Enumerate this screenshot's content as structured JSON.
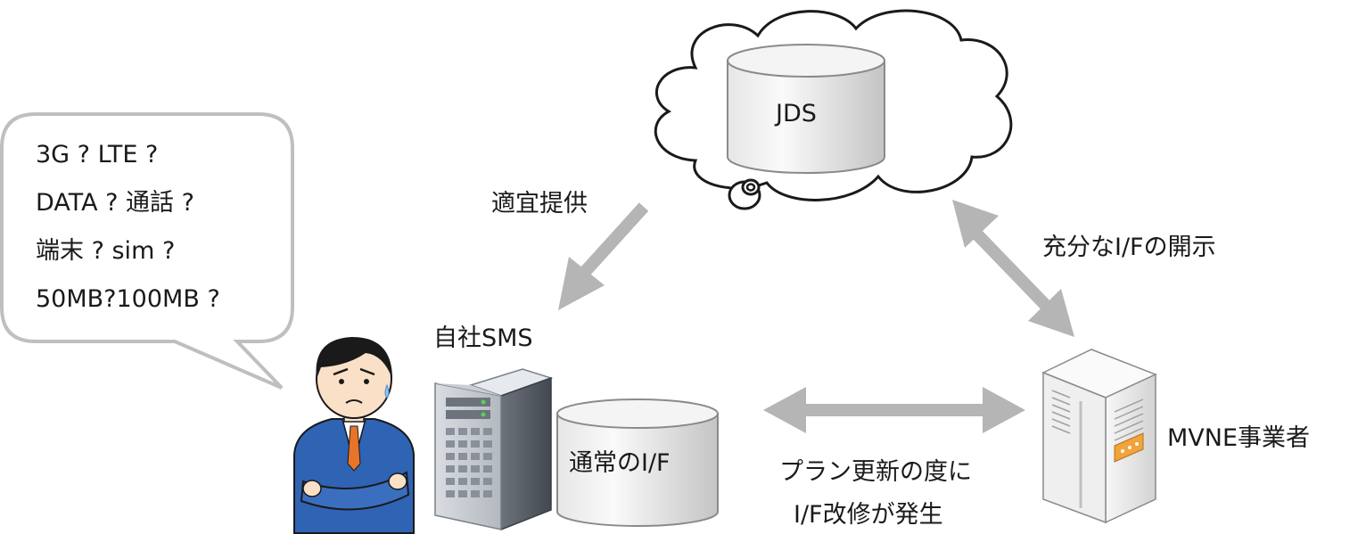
{
  "diagram": {
    "cloud_db_label": "JDS",
    "own_sms_label": "自社SMS",
    "normal_if_label": "通常のI/F",
    "mvne_label": "MVNE事業者",
    "provide_label": "適宜提供",
    "disclose_label": "充分なI/Fの開示",
    "plan_update_line1": "プラン更新の度に",
    "plan_update_line2": "I/F改修が発生",
    "bubble_lines": [
      "3G ? LTE ?",
      "DATA ? 通話 ?",
      "端末 ? sim ?",
      "50MB?100MB ?"
    ],
    "colors": {
      "arrow": "#b5b5b5",
      "outline": "#7f7f7f",
      "db_fill_top": "#ffffff",
      "db_fill_bottom": "#cfcfcf",
      "suit": "#2f63b4",
      "tie": "#e8742a",
      "mvne_accent": "#f2a33a"
    }
  }
}
